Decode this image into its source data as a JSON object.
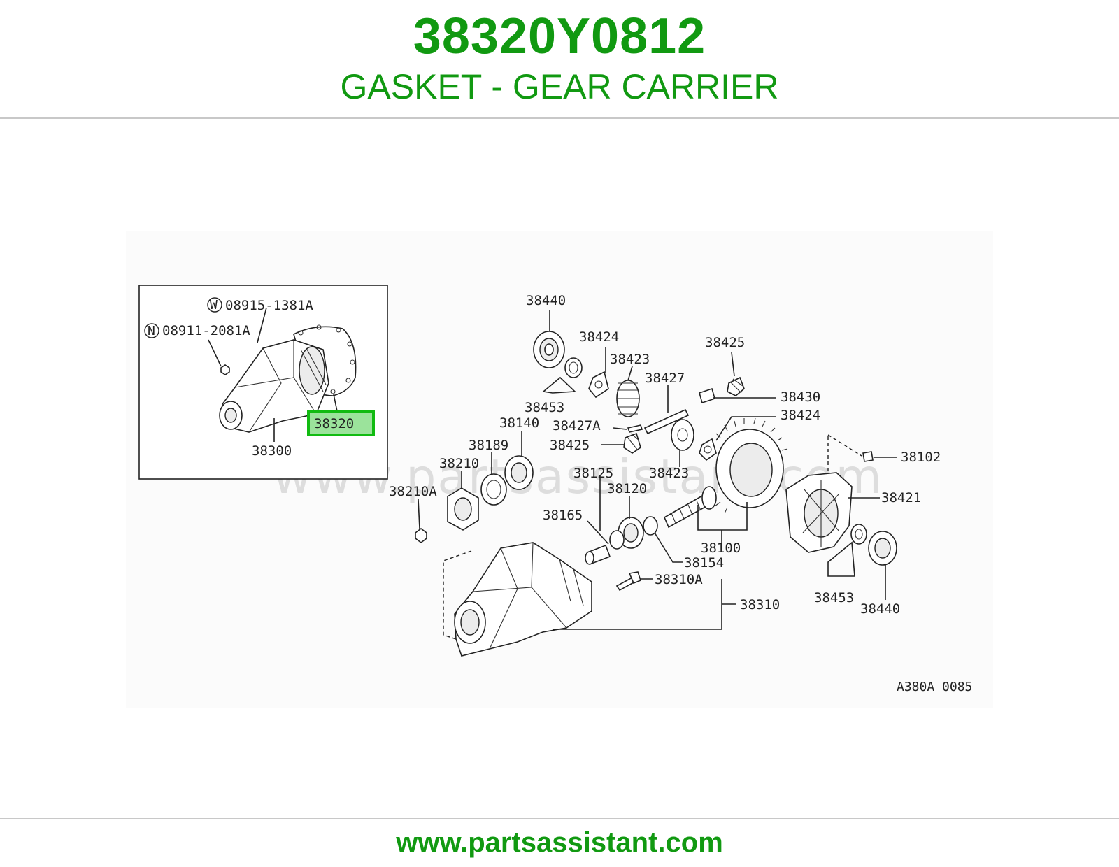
{
  "header": {
    "part_number": "38320Y0812",
    "part_name": "GASKET - GEAR CARRIER"
  },
  "footer": {
    "url": "www.partsassistant.com"
  },
  "diagram": {
    "watermark": "www.partsassistant.com",
    "figure_code": "A380A 0085",
    "highlighted_part": "38320",
    "inset_labels": {
      "w_symbol": "W",
      "w_part": "08915-1381A",
      "n_symbol": "N",
      "n_part": "08911-2081A",
      "gasket": "38320",
      "carrier": "38300"
    },
    "labels": {
      "p38440_top": "38440",
      "p38424_top": "38424",
      "p38423_top": "38423",
      "p38425_top": "38425",
      "p38427": "38427",
      "p38430": "38430",
      "p38424_mid": "38424",
      "p38453_left": "38453",
      "p38140": "38140",
      "p38427A": "38427A",
      "p38189": "38189",
      "p38425_mid": "38425",
      "p38210": "38210",
      "p38125": "38125",
      "p38423_mid": "38423",
      "p38102": "38102",
      "p38210A": "38210A",
      "p38120": "38120",
      "p38421": "38421",
      "p38165": "38165",
      "p38100": "38100",
      "p38154": "38154",
      "p38310A": "38310A",
      "p38310": "38310",
      "p38453_right": "38453",
      "p38440_right": "38440"
    },
    "colors": {
      "brand_green": "#119911",
      "highlight_fill": "#9be39b",
      "highlight_border": "#11bb11"
    }
  }
}
